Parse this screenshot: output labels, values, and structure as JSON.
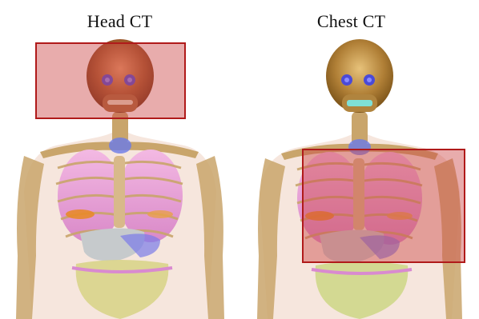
{
  "panels": [
    {
      "title": "Head CT",
      "scan_region": "head"
    },
    {
      "title": "Chest CT",
      "scan_region": "chest"
    }
  ],
  "colors": {
    "bone": "#c9a56b",
    "skull": "#9a5a2a",
    "lung": "#e9a7d6",
    "liver": "#bfc2c4",
    "scan_fill": "#cd4646",
    "scan_border": "#b01a1a",
    "eye": "#4a4ad8"
  }
}
